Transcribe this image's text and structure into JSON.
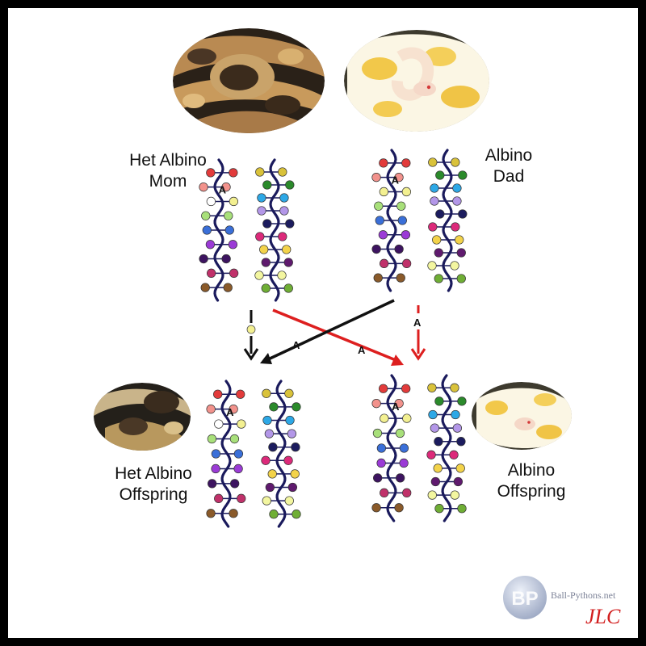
{
  "labels": {
    "mom": [
      "Het Albino",
      "Mom"
    ],
    "dad": [
      "Albino",
      "Dad"
    ],
    "het_offspring": [
      "Het Albino",
      "Offspring"
    ],
    "albino_offspring": [
      "Albino",
      "Offspring"
    ]
  },
  "allele_marker": "A",
  "watermark": {
    "site": "Ball-Pythons.net",
    "signature": "JLC",
    "logo_letters": "BP"
  },
  "colors": {
    "strand": "#1a1a5c",
    "cross_red": "#dd1f1f",
    "cross_black": "#111111",
    "bead_palette": [
      "#e23b3b",
      "#f2928c",
      "#a8e07a",
      "#3a6fd8",
      "#9b3bd6",
      "#3d1460",
      "#c0316a",
      "#8a5a2a",
      "#2da8e6",
      "#b397e8",
      "#2b8a2b",
      "#d9c23a",
      "#1c1c5e",
      "#dc2a7a",
      "#f3f091",
      "#5f1a6e",
      "#f3f6a0",
      "#6fae35",
      "#fbe8a0"
    ]
  },
  "chromosomes": {
    "mom_a": {
      "strand": "strand",
      "beads": [
        [
          "#e23b3b",
          "#e23b3b"
        ],
        [
          "#f2928c",
          "#f2928c"
        ],
        [
          "#ffffff",
          "#f3f091"
        ],
        [
          "#a8e07a",
          "#a8e07a"
        ],
        [
          "#3a6fd8",
          "#3a6fd8"
        ],
        [
          "#9b3bd6",
          "#9b3bd6"
        ],
        [
          "#3d1460",
          "#3d1460"
        ],
        [
          "#c0316a",
          "#c0316a"
        ],
        [
          "#8a5a2a",
          "#8a5a2a"
        ]
      ],
      "markers": [
        false,
        false,
        true,
        false,
        false,
        false,
        false,
        false,
        false
      ]
    },
    "mom_b": {
      "strand": "strand",
      "beads": [
        [
          "#d9c23a",
          "#d9c23a"
        ],
        [
          "#2b8a2b",
          "#2b8a2b"
        ],
        [
          "#2da8e6",
          "#2da8e6"
        ],
        [
          "#b397e8",
          "#b397e8"
        ],
        [
          "#1c1c5e",
          "#1c1c5e"
        ],
        [
          "#dc2a7a",
          "#dc2a7a"
        ],
        [
          "#f3d34a",
          "#f3d34a"
        ],
        [
          "#5f1a6e",
          "#5f1a6e"
        ],
        [
          "#f3f6a0",
          "#f3f6a0"
        ],
        [
          "#6fae35",
          "#6fae35"
        ]
      ],
      "markers": []
    },
    "dad_a": {
      "strand": "strand",
      "beads": [
        [
          "#e23b3b",
          "#e23b3b"
        ],
        [
          "#f2928c",
          "#f2928c"
        ],
        [
          "#f3f091",
          "#f3f091"
        ],
        [
          "#a8e07a",
          "#a8e07a"
        ],
        [
          "#3a6fd8",
          "#3a6fd8"
        ],
        [
          "#9b3bd6",
          "#9b3bd6"
        ],
        [
          "#3d1460",
          "#3d1460"
        ],
        [
          "#c0316a",
          "#c0316a"
        ],
        [
          "#8a5a2a",
          "#8a5a2a"
        ]
      ],
      "markers": [
        false,
        false,
        true,
        false,
        false,
        false,
        false,
        false,
        false
      ]
    },
    "dad_b": {
      "strand": "strand",
      "beads": [
        [
          "#d9c23a",
          "#d9c23a"
        ],
        [
          "#2b8a2b",
          "#2b8a2b"
        ],
        [
          "#2da8e6",
          "#2da8e6"
        ],
        [
          "#b397e8",
          "#b397e8"
        ],
        [
          "#1c1c5e",
          "#1c1c5e"
        ],
        [
          "#dc2a7a",
          "#dc2a7a"
        ],
        [
          "#f3d34a",
          "#f3d34a"
        ],
        [
          "#5f1a6e",
          "#5f1a6e"
        ],
        [
          "#f3f6a0",
          "#f3f6a0"
        ],
        [
          "#6fae35",
          "#6fae35"
        ]
      ],
      "markers": []
    },
    "het_a": {
      "strand": "strand",
      "beads": [
        [
          "#e23b3b",
          "#e23b3b"
        ],
        [
          "#f2928c",
          "#f2928c"
        ],
        [
          "#ffffff",
          "#f3f091"
        ],
        [
          "#a8e07a",
          "#a8e07a"
        ],
        [
          "#3a6fd8",
          "#3a6fd8"
        ],
        [
          "#9b3bd6",
          "#9b3bd6"
        ],
        [
          "#3d1460",
          "#3d1460"
        ],
        [
          "#c0316a",
          "#c0316a"
        ],
        [
          "#8a5a2a",
          "#8a5a2a"
        ]
      ],
      "markers": [
        false,
        false,
        true,
        false,
        false,
        false,
        false,
        false,
        false
      ]
    },
    "het_b": {
      "strand": "strand",
      "beads": [
        [
          "#d9c23a",
          "#d9c23a"
        ],
        [
          "#2b8a2b",
          "#2b8a2b"
        ],
        [
          "#2da8e6",
          "#2da8e6"
        ],
        [
          "#b397e8",
          "#b397e8"
        ],
        [
          "#1c1c5e",
          "#1c1c5e"
        ],
        [
          "#dc2a7a",
          "#dc2a7a"
        ],
        [
          "#f3d34a",
          "#f3d34a"
        ],
        [
          "#5f1a6e",
          "#5f1a6e"
        ],
        [
          "#f3f6a0",
          "#f3f6a0"
        ],
        [
          "#6fae35",
          "#6fae35"
        ]
      ],
      "markers": []
    },
    "alb_a": {
      "strand": "strand",
      "beads": [
        [
          "#e23b3b",
          "#e23b3b"
        ],
        [
          "#f2928c",
          "#f2928c"
        ],
        [
          "#f3f091",
          "#f3f091"
        ],
        [
          "#a8e07a",
          "#a8e07a"
        ],
        [
          "#3a6fd8",
          "#3a6fd8"
        ],
        [
          "#9b3bd6",
          "#9b3bd6"
        ],
        [
          "#3d1460",
          "#3d1460"
        ],
        [
          "#c0316a",
          "#c0316a"
        ],
        [
          "#8a5a2a",
          "#8a5a2a"
        ]
      ],
      "markers": [
        false,
        false,
        true,
        false,
        false,
        false,
        false,
        false,
        false
      ]
    },
    "alb_b": {
      "strand": "strand",
      "beads": [
        [
          "#d9c23a",
          "#d9c23a"
        ],
        [
          "#2b8a2b",
          "#2b8a2b"
        ],
        [
          "#2da8e6",
          "#2da8e6"
        ],
        [
          "#b397e8",
          "#b397e8"
        ],
        [
          "#1c1c5e",
          "#1c1c5e"
        ],
        [
          "#dc2a7a",
          "#dc2a7a"
        ],
        [
          "#f3d34a",
          "#f3d34a"
        ],
        [
          "#5f1a6e",
          "#5f1a6e"
        ],
        [
          "#f3f6a0",
          "#f3f6a0"
        ],
        [
          "#6fae35",
          "#6fae35"
        ]
      ],
      "markers": []
    }
  },
  "photos": [
    {
      "id": "mom-photo",
      "morph": "normal"
    },
    {
      "id": "dad-photo",
      "morph": "albino"
    },
    {
      "id": "het-offspring-photo",
      "morph": "normal"
    },
    {
      "id": "albino-offspring-photo",
      "morph": "albino"
    }
  ]
}
